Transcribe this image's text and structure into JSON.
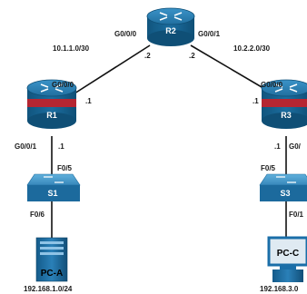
{
  "links": {
    "r2_r1": "10.1.1.0/30",
    "r2_r3": "10.2.2.0/30"
  },
  "devices": {
    "r2": {
      "name": "R2",
      "if_left": "G0/0/0",
      "if_right": "G0/0/1",
      "ip_left": ".2",
      "ip_right": ".2"
    },
    "r1": {
      "name": "R1",
      "if_top": "G0/0/0",
      "ip_top": ".1",
      "if_bottom": "G0/0/1",
      "ip_bottom": ".1"
    },
    "r3": {
      "name": "R3",
      "if_top": "G0/0/0",
      "ip_top": ".1",
      "if_bottom": "G0/",
      "ip_bottom": ".1"
    },
    "s1": {
      "name": "S1",
      "port_top": "F0/5",
      "port_bottom": "F0/6"
    },
    "s3": {
      "name": "S3",
      "port_top": "F0/5",
      "port_bottom": "F0/1"
    },
    "pca": {
      "name": "PC-A",
      "lan": "192.168.1.0/24"
    },
    "pcc": {
      "name": "PC-C",
      "lan": "192.168.3.0"
    }
  },
  "colors": {
    "router_top": "#2c80b4",
    "router_body": "#16618f",
    "router_band": "#b52632",
    "switch_top": "#4a9ecf",
    "switch_body": "#1c6a9d",
    "pc": "#1a6ea8"
  },
  "icons": {
    "router": "router-icon",
    "switch": "switch-icon",
    "pc_tower": "pc-tower-icon",
    "pc_monitor": "pc-monitor-icon"
  }
}
